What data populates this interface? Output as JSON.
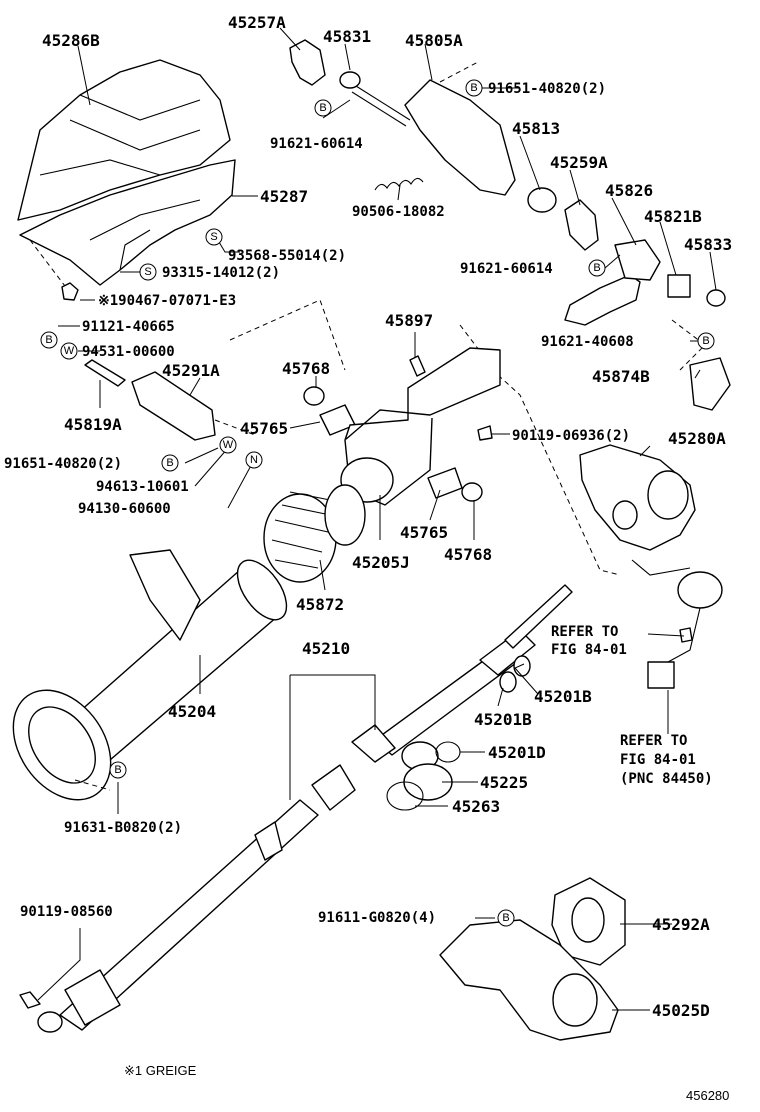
{
  "labels": {
    "p45286B": "45286B",
    "p45257A": "45257A",
    "p45831": "45831",
    "p45805A": "45805A",
    "p91651_40820_a": "91651-40820(2)",
    "p91621_60614_a": "91621-60614",
    "p45813": "45813",
    "p45287": "45287",
    "p45259A": "45259A",
    "p90506_18082": "90506-18082",
    "p45826": "45826",
    "p45821B": "45821B",
    "p45833": "45833",
    "p93568_55014": "93568-55014(2)",
    "p91621_60614_b": "91621-60614",
    "p93315_14012": "93315-14012(2)",
    "p190467_07071_E3": "※190467-07071-E3",
    "p91121_40665": "91121-40665",
    "p94531_00600": "94531-00600",
    "p45897": "45897",
    "p91621_40608": "91621-40608",
    "p45291A": "45291A",
    "p45768_a": "45768",
    "p45874B": "45874B",
    "p45819A": "45819A",
    "p45765_a": "45765",
    "p90119_06936": "90119-06936(2)",
    "p45280A": "45280A",
    "p91651_40820_b": "91651-40820(2)",
    "p94613_10601": "94613-10601",
    "p94130_60600": "94130-60600",
    "p45765_b": "45765",
    "p45205J": "45205J",
    "p45768_b": "45768",
    "p45872": "45872",
    "refer1_line1": "REFER TO",
    "refer1_line2": "FIG 84-01",
    "p45210": "45210",
    "p45201B_a": "45201B",
    "p45204": "45204",
    "p45201B_b": "45201B",
    "refer2_line1": "REFER TO",
    "refer2_line2": "FIG 84-01",
    "refer2_line3": "(PNC 84450)",
    "p45201D": "45201D",
    "p45225": "45225",
    "p45263": "45263",
    "p91631_B0820": "91631-B0820(2)",
    "p90119_08560": "90119-08560",
    "p91611_G0820": "91611-G0820(4)",
    "p45292A": "45292A",
    "p45025D": "45025D"
  },
  "markers": {
    "bolt": "B",
    "screw": "S",
    "washer": "W",
    "nut": "N"
  },
  "footnote": "※1 GREIGE",
  "figure_number": "456280"
}
